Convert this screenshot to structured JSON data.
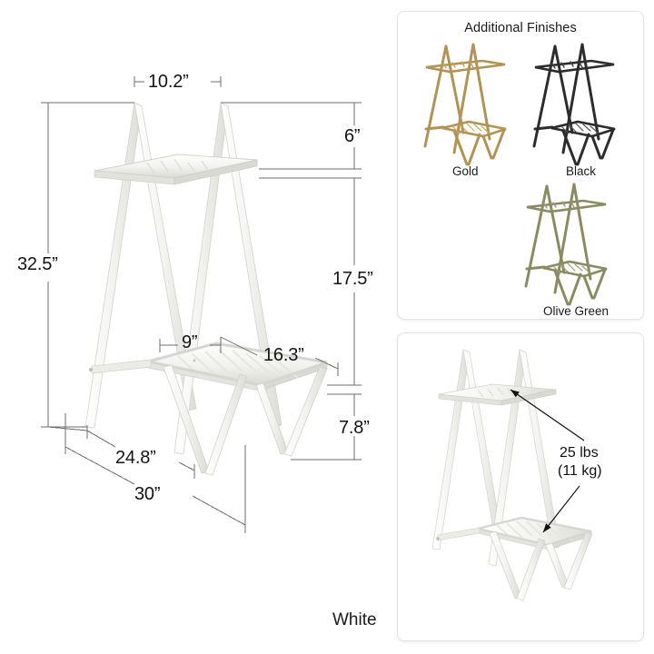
{
  "product": {
    "main_finish_label": "White",
    "capacity_line1": "25 lbs",
    "capacity_line2": "(11 kg)"
  },
  "dimensions": {
    "width_top": "10.2”",
    "height_total": "32.5”",
    "top_to_shelf": "6”",
    "shelf_to_shelf": "17.5”",
    "bottom_shelf_left": "9”",
    "bottom_shelf_right": "16.3”",
    "bottom_shelf_to_floor": "7.8”",
    "depth_inner": "24.8”",
    "depth_outer": "30”"
  },
  "finishes_panel": {
    "title": "Additional Finishes",
    "items": [
      {
        "label": "Gold",
        "color": "#b09355"
      },
      {
        "label": "Black",
        "color": "#2c2c2c"
      },
      {
        "label": "Olive Green",
        "color": "#8a8b62"
      }
    ]
  },
  "colors": {
    "frame_white": "#f2f2f0",
    "frame_white_shade": "#dcdcd8",
    "dimension_line": "#6e6e6e",
    "panel_border": "#e3e3e3",
    "text": "#141414",
    "background": "#ffffff"
  }
}
